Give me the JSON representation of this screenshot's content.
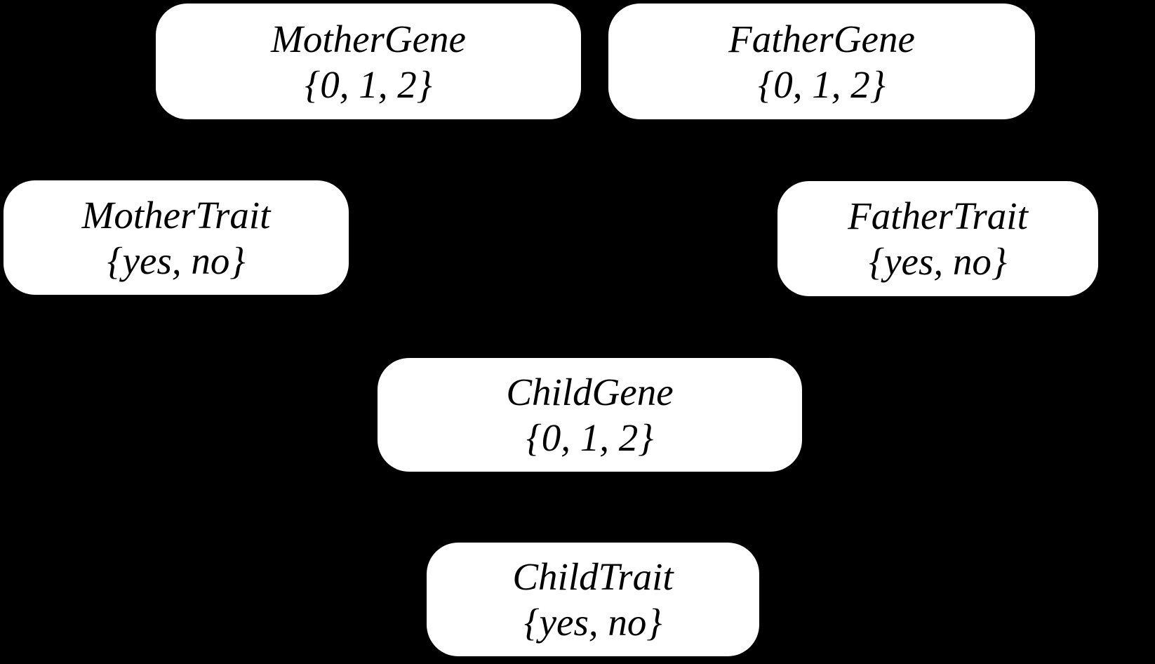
{
  "diagram": {
    "type": "bayesian-network",
    "background_color": "#000000",
    "node_fill_color": "#ffffff",
    "node_text_color": "#000000",
    "nodes": [
      {
        "id": "mother-gene",
        "label": "MotherGene",
        "values": "{0, 1, 2}"
      },
      {
        "id": "father-gene",
        "label": "FatherGene",
        "values": "{0, 1, 2}"
      },
      {
        "id": "mother-trait",
        "label": "MotherTrait",
        "values": "{yes, no}"
      },
      {
        "id": "father-trait",
        "label": "FatherTrait",
        "values": "{yes, no}"
      },
      {
        "id": "child-gene",
        "label": "ChildGene",
        "values": "{0, 1, 2}"
      },
      {
        "id": "child-trait",
        "label": "ChildTrait",
        "values": "{yes, no}"
      }
    ]
  }
}
